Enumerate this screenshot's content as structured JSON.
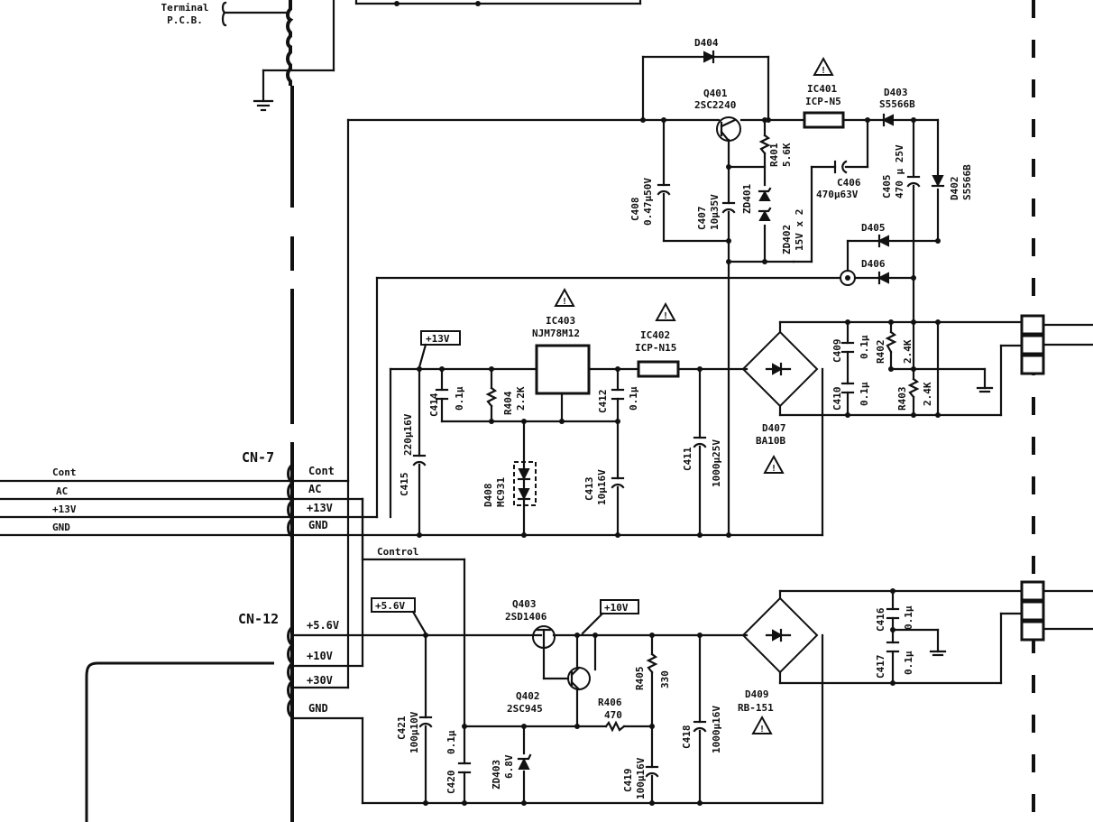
{
  "terminal_labels": [
    "Terminal",
    "P.C.B."
  ],
  "connectors": {
    "cn7": "CN-7",
    "cn12": "CN-12"
  },
  "cn7_pins": [
    "Cont",
    "AC",
    "+13V",
    "GND"
  ],
  "external_lines": [
    "Cont",
    "AC",
    "+13V",
    "GND"
  ],
  "cn12_pins": [
    "+5.6V",
    "+10V",
    "+30V",
    "GND"
  ],
  "control_label": "Control",
  "rail_flags": {
    "v13": "+13V",
    "v56": "+5.6V",
    "v10": "+10V"
  },
  "parts": {
    "d404": "D404",
    "q401": [
      "Q401",
      "2SC2240"
    ],
    "ic401": [
      "IC401",
      "ICP-N5"
    ],
    "d403": [
      "D403",
      "S5566B"
    ],
    "r401": [
      "R401",
      "5.6K"
    ],
    "c406": [
      "C406",
      "470μ63V"
    ],
    "c405": [
      "C405",
      "470 μ 25V"
    ],
    "d402": [
      "D402",
      "S5566B"
    ],
    "c408": [
      "C408",
      "0.47μ50V"
    ],
    "c407": [
      "C407",
      "10μ35V"
    ],
    "zd401": "ZD401",
    "zd402": [
      "ZD402",
      "15V x 2"
    ],
    "d405": "D405",
    "d406": "D406",
    "ic403": [
      "IC403",
      "NJM78M12"
    ],
    "ic402": [
      "IC402",
      "ICP-N15"
    ],
    "c409": [
      "C409",
      "0.1μ"
    ],
    "r402": [
      "R402",
      "2.4K"
    ],
    "c410": [
      "C410",
      "0.1μ"
    ],
    "r403": [
      "R403",
      "2.4K"
    ],
    "c414": [
      "C414",
      "0.1μ"
    ],
    "r404": [
      "R404",
      "2.2K"
    ],
    "c412": [
      "C412",
      "0.1μ"
    ],
    "c415": [
      "C415",
      "220μ16V"
    ],
    "c411": [
      "C411",
      "1000μ25V"
    ],
    "d407": [
      "D407",
      "BA10B"
    ],
    "d408": [
      "D408",
      "MC931"
    ],
    "c413": [
      "C413",
      "10μ16V"
    ],
    "q403": [
      "Q403",
      "2SD1406"
    ],
    "q402": [
      "Q402",
      "2SC945"
    ],
    "r405": [
      "R405",
      "330"
    ],
    "r406": [
      "R406",
      "470"
    ],
    "c421": [
      "C421",
      "100μ10V"
    ],
    "c420": [
      "C420",
      "0.1μ"
    ],
    "zd403": [
      "ZD403",
      "6.8V"
    ],
    "c419": [
      "C419",
      "100μ16V"
    ],
    "c418": [
      "C418",
      "1000μ16V"
    ],
    "d409": [
      "D409",
      "RB-151"
    ],
    "c416": [
      "C416",
      "0.1μ"
    ],
    "c417": [
      "C417",
      "0.1μ"
    ]
  }
}
